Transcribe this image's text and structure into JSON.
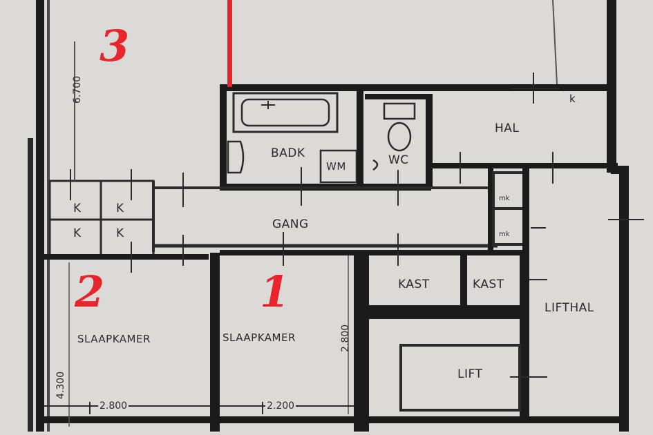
{
  "rooms": {
    "badk": "BADK",
    "wm": "WM",
    "wc": "WC",
    "hal": "HAL",
    "gang": "GANG",
    "kast_1": "KAST",
    "kast_2": "KAST",
    "lifthal": "LIFTHAL",
    "lift": "LIFT",
    "slaapkamer_1": "SLAAPKAMER",
    "slaapkamer_2": "SLAAPKAMER",
    "mk_1": "mk",
    "mk_2": "mk",
    "k_small": "k",
    "k_tl": "K",
    "k_tr": "K",
    "k_bl": "K",
    "k_br": "K"
  },
  "room_numbers": {
    "one": "1",
    "two": "2",
    "three": "3"
  },
  "dimensions": {
    "room3_height": "6.700",
    "room2_height": "4.300",
    "room1_height": "2.800",
    "room2_width": "2.800",
    "room1_width": "2.200"
  },
  "colors": {
    "paper": "#dcdad7",
    "wall": "#1b1b1b",
    "room_number": "#e8242c"
  }
}
